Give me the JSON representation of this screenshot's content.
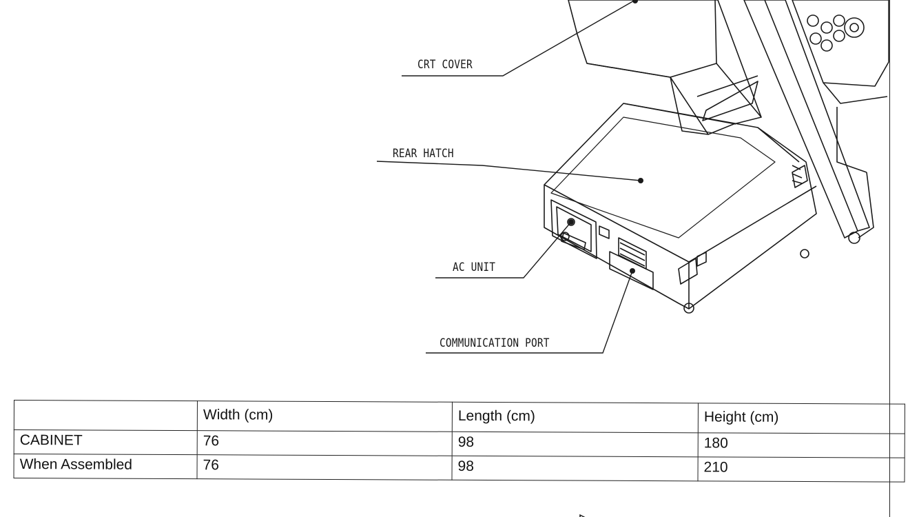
{
  "callouts": {
    "crt_cover": "CRT COVER",
    "rear_hatch": "REAR HATCH",
    "ac_unit": "AC UNIT",
    "communication_port": "COMMUNICATION PORT"
  },
  "table": {
    "headers": [
      "",
      "Width (cm)",
      "Length (cm)",
      "Height (cm)"
    ],
    "rows": [
      [
        "CABINET",
        "76",
        "98",
        "180"
      ],
      [
        "When Assembled",
        "76",
        "98",
        "210"
      ]
    ]
  }
}
